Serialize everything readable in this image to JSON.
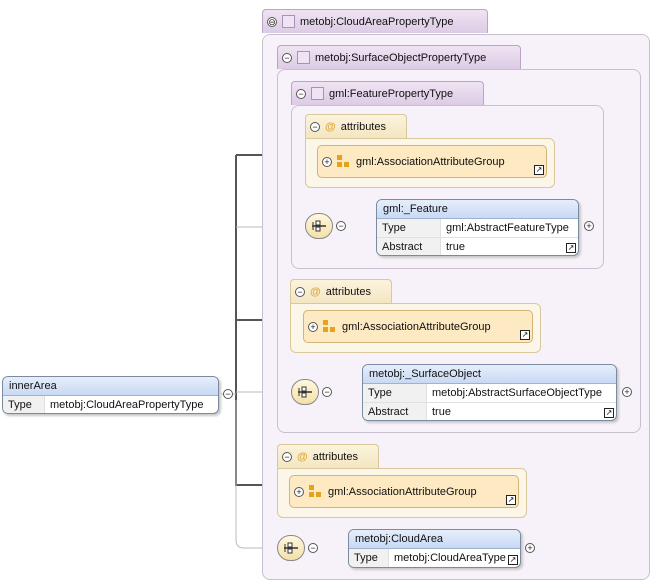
{
  "root_element": {
    "name": "innerArea",
    "type_key": "Type",
    "type_value": "metobj:CloudAreaPropertyType"
  },
  "types": {
    "cloud_area_property": "metobj:CloudAreaPropertyType",
    "surface_object_property": "metobj:SurfaceObjectPropertyType",
    "feature_property": "gml:FeaturePropertyType"
  },
  "attributes": {
    "label": "attributes",
    "group_label": "gml:AssociationAttributeGroup"
  },
  "elements": {
    "feature": {
      "name": "gml:_Feature",
      "type_key": "Type",
      "type_value": "gml:AbstractFeatureType",
      "abstract_key": "Abstract",
      "abstract_value": "true"
    },
    "surface_object": {
      "name": "metobj:_SurfaceObject",
      "type_key": "Type",
      "type_value": "metobj:AbstractSurfaceObjectType",
      "abstract_key": "Abstract",
      "abstract_value": "true"
    },
    "cloud_area": {
      "name": "metobj:CloudArea",
      "type_key": "Type",
      "type_value": "metobj:CloudAreaType"
    }
  },
  "icons": {
    "collapse": "⊖",
    "expand": "⊕",
    "attribute": "@",
    "link": "↗"
  }
}
